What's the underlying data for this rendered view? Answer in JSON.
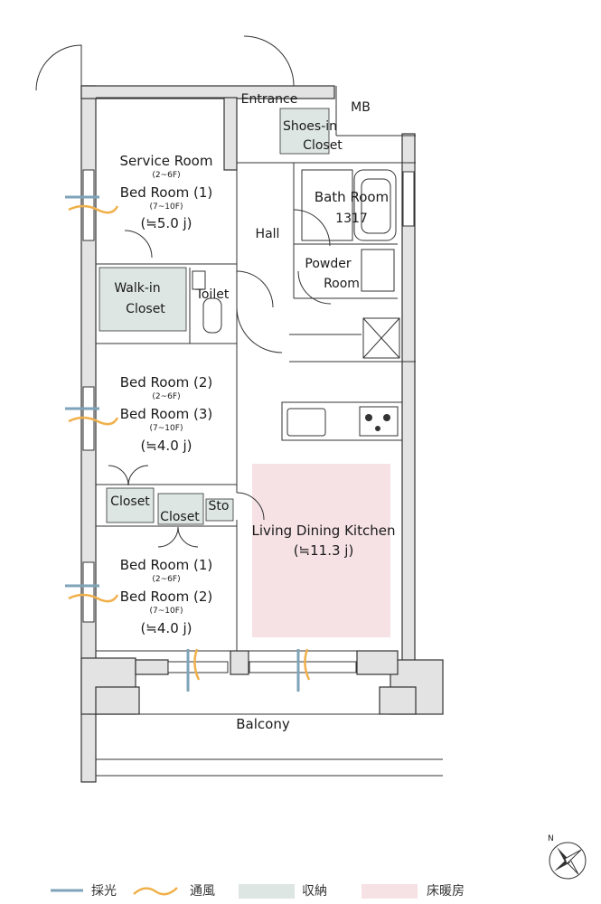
{
  "rooms": {
    "service_room": {
      "line1": "Service Room",
      "line1_sub": "(2~6F)",
      "line2": "Bed Room (1)",
      "line2_sub": "(7~10F)",
      "area": "(≒5.0 j)"
    },
    "entrance": "Entrance",
    "mb": "MB",
    "shoes_in_closet": {
      "line1": "Shoes-in",
      "line2": "Closet"
    },
    "bath_room": {
      "line1": "Bath Room",
      "line2": "1317"
    },
    "hall": "Hall",
    "powder_room": {
      "line1": "Powder",
      "line2": "Room"
    },
    "walk_in_closet": {
      "line1": "Walk-in",
      "line2": "Closet"
    },
    "toilet": "Toilet",
    "bed_room_mid": {
      "line1": "Bed Room (2)",
      "line1_sub": "(2~6F)",
      "line2": "Bed Room (3)",
      "line2_sub": "(7~10F)",
      "area": "(≒4.0 j)"
    },
    "closet_left": "Closet",
    "closet_right": "Closet",
    "sto": "Sto",
    "ldk": {
      "line1": "Living Dining Kitchen",
      "area": "(≒11.3 j)"
    },
    "bed_room_bottom": {
      "line1": "Bed Room (1)",
      "line1_sub": "(2~6F)",
      "line2": "Bed Room (2)",
      "line2_sub": "(7~10F)",
      "area": "(≒4.0 j)"
    },
    "balcony": "Balcony"
  },
  "legend": [
    {
      "label": "採光",
      "color": "#7fa3b8",
      "icon": "daylight-line"
    },
    {
      "label": "通風",
      "color": "#f0b04a",
      "icon": "ventilation-wave"
    },
    {
      "label": "収納",
      "color": "#dde6e2",
      "icon": "storage-swatch"
    },
    {
      "label": "床暖房",
      "color": "#f6e2e4",
      "icon": "floor-heating-swatch"
    }
  ],
  "compass": {
    "label": "N",
    "icon": "compass-rose-icon"
  },
  "colors": {
    "storage": "#dde6e2",
    "floor_heating": "#f6e2e4",
    "wall": "#e3e3e3",
    "daylight": "#7fa3b8",
    "wind": "#f0b04a"
  }
}
